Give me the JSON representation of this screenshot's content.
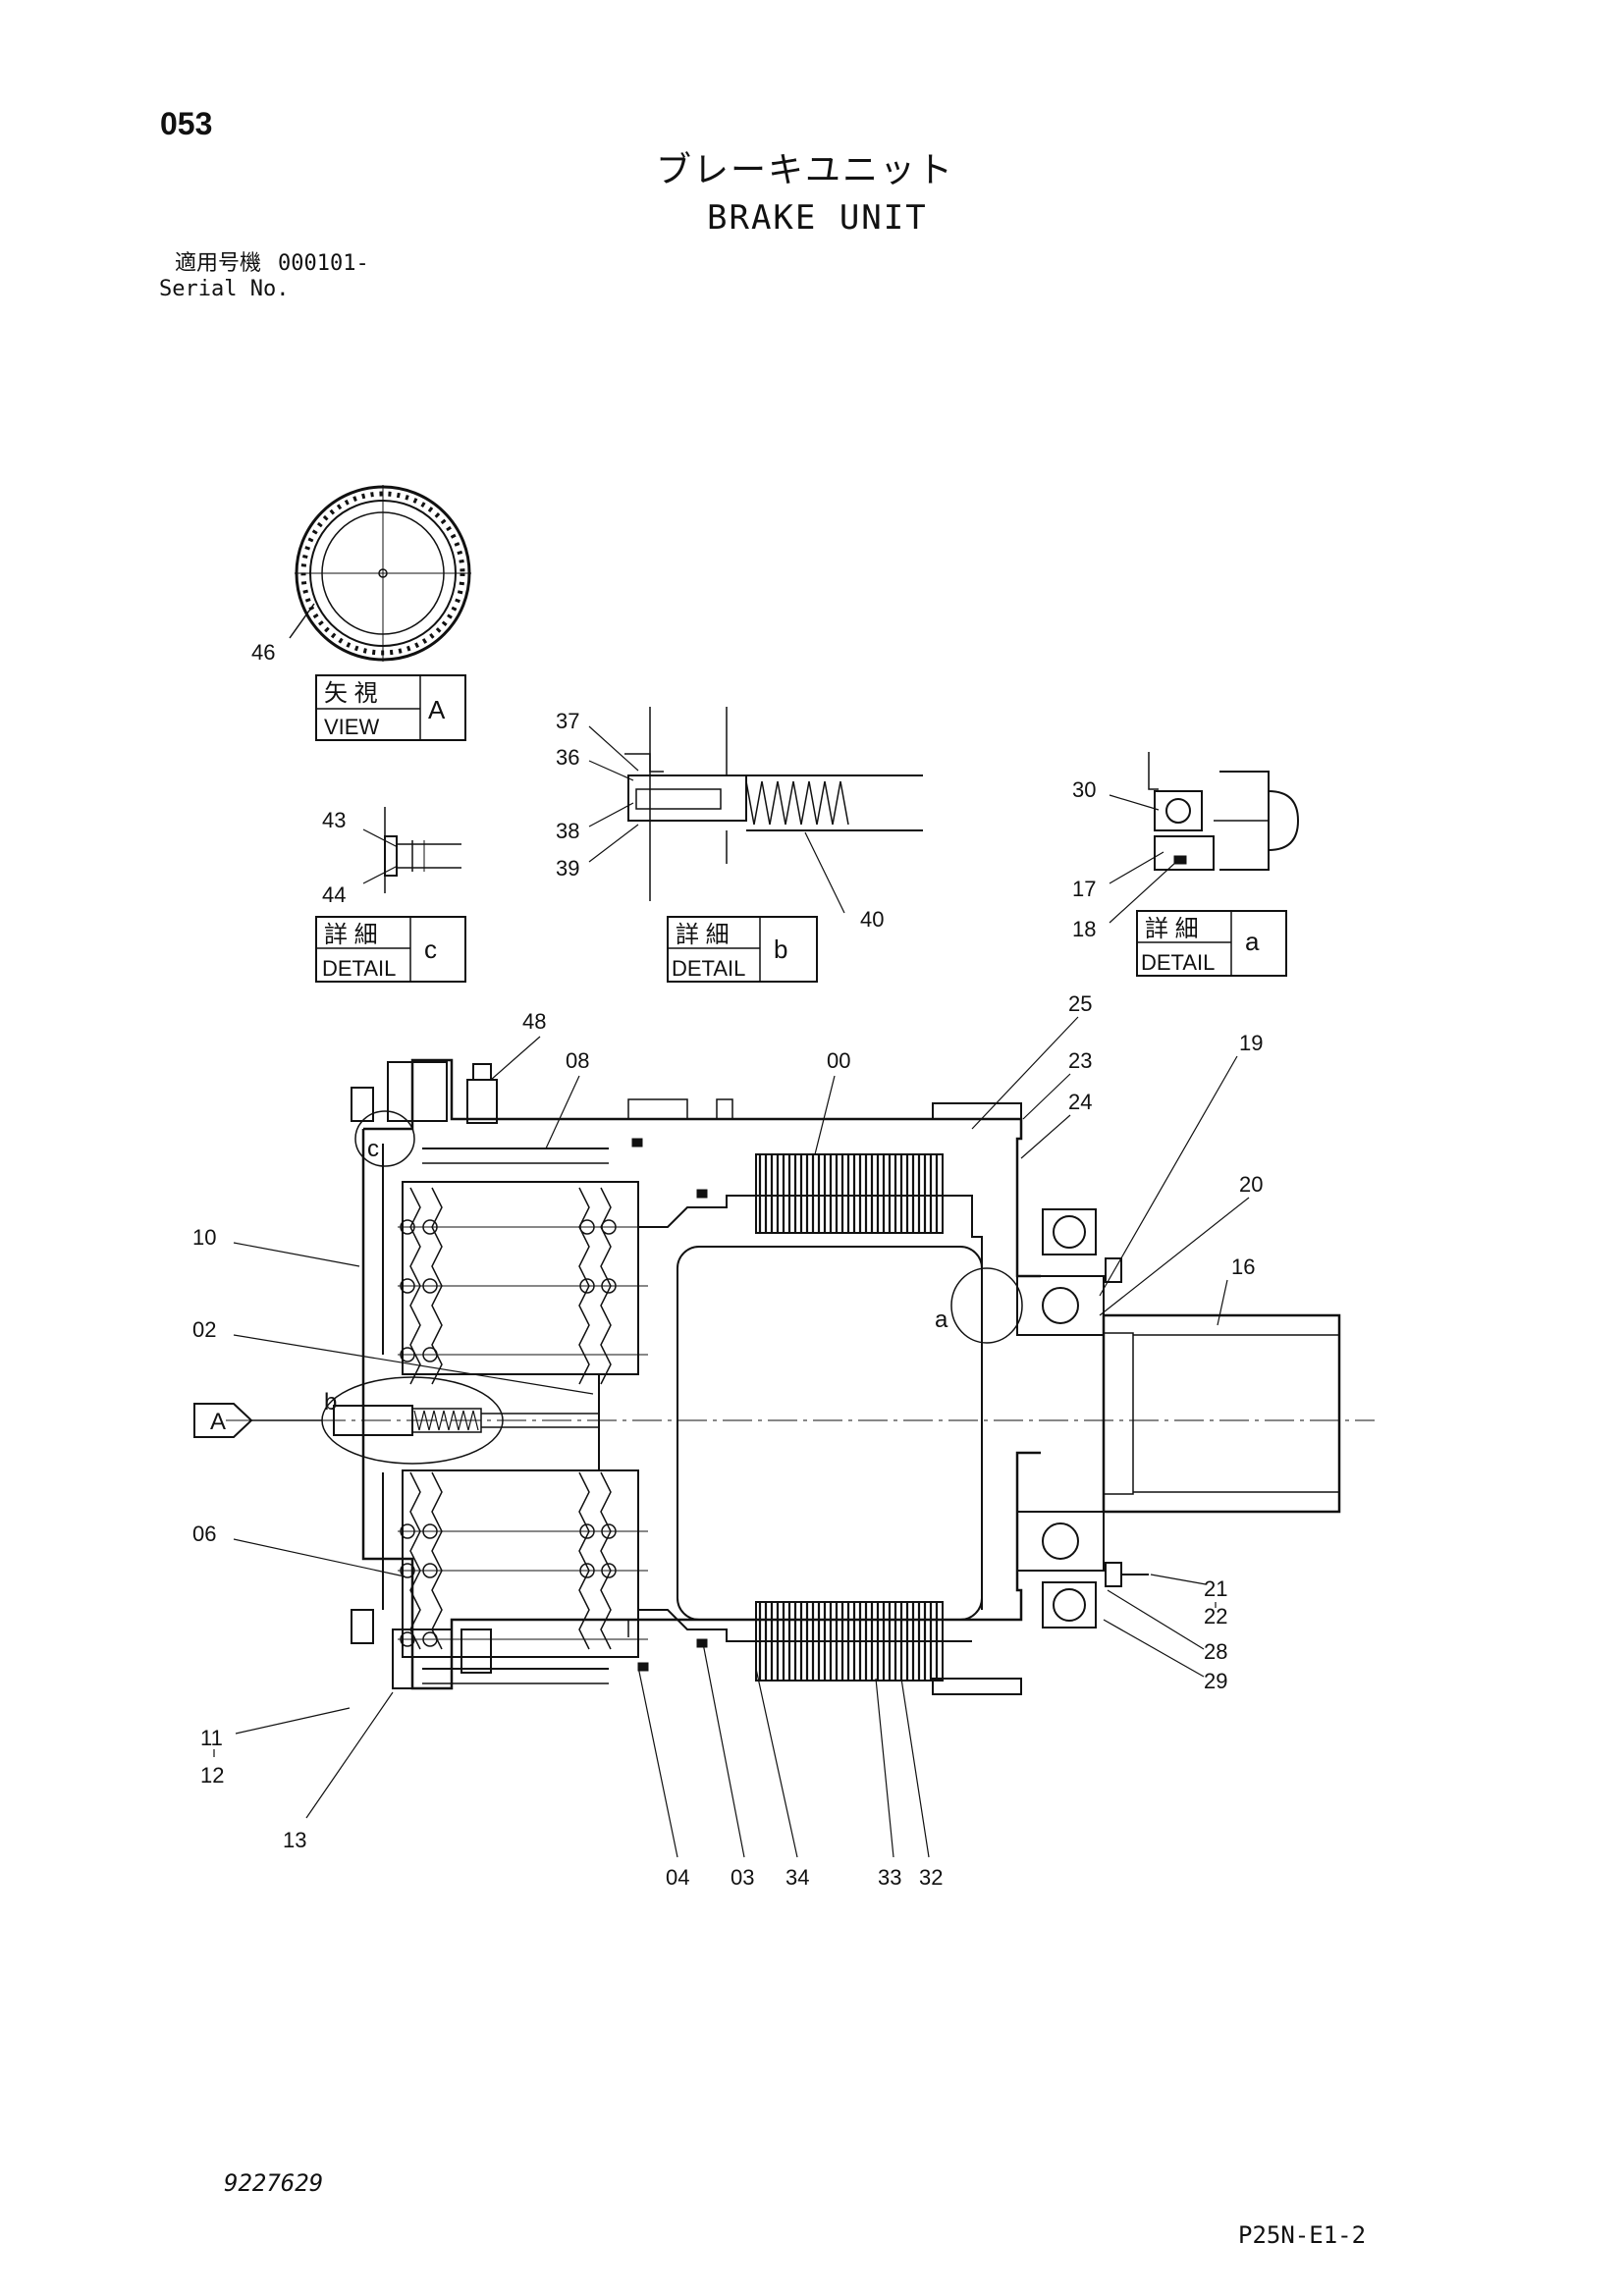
{
  "page": {
    "page_number": "053",
    "title_jp": "ブレーキユニット",
    "title_en": "BRAKE UNIT",
    "serial_label_jp": "適用号機",
    "serial_value": "000101-",
    "serial_label_en": "Serial No.",
    "drawing_number": "9227629",
    "sheet_code": "P25N-E1-2"
  },
  "views": {
    "view_a": {
      "jp": "矢 視",
      "en": "VIEW",
      "letter": "A",
      "part": "46"
    },
    "detail_c": {
      "jp": "詳 細",
      "en": "DETAIL",
      "letter": "c",
      "parts": [
        "43",
        "44"
      ]
    },
    "detail_b": {
      "jp": "詳 細",
      "en": "DETAIL",
      "letter": "b",
      "parts": [
        "37",
        "36",
        "38",
        "39",
        "40"
      ]
    },
    "detail_a": {
      "jp": "詳 細",
      "en": "DETAIL",
      "letter": "a",
      "parts": [
        "30",
        "17",
        "18"
      ]
    }
  },
  "main_view": {
    "arrow_label": "A",
    "circle_labels": [
      "c",
      "b",
      "a"
    ],
    "parts": [
      "48",
      "08",
      "00",
      "25",
      "23",
      "24",
      "19",
      "20",
      "16",
      "10",
      "02",
      "06",
      "11",
      "12",
      "13",
      "04",
      "03",
      "34",
      "33",
      "32",
      "21",
      "22",
      "28",
      "29"
    ]
  }
}
